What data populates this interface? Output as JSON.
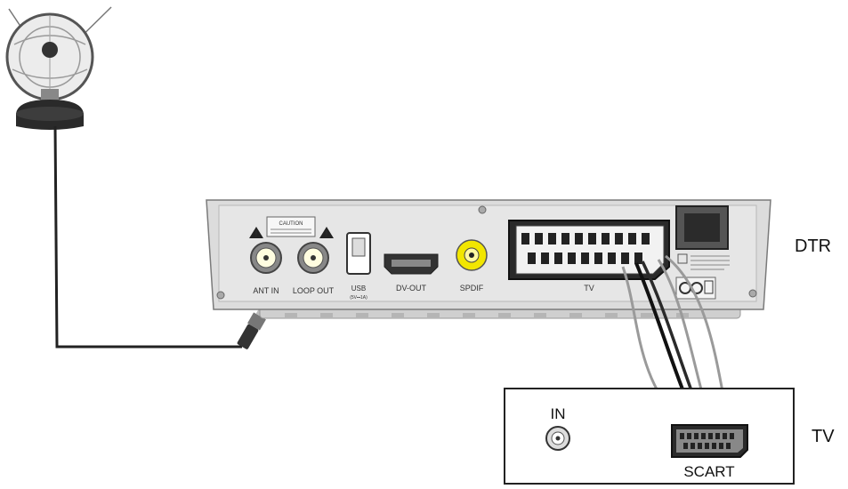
{
  "device": {
    "name": "DTR",
    "warning_label": "CAUTION",
    "ports": {
      "ant_in": "ANT IN",
      "loop_out": "LOOP OUT",
      "usb": "USB",
      "usb_sub": "(5V⎓1A)",
      "hdmi": "DV-OUT",
      "spdif": "SPDIF",
      "scart": "TV"
    }
  },
  "tv": {
    "name": "TV",
    "in_label": "IN",
    "scart_label": "SCART"
  },
  "colors": {
    "cable": "#222222",
    "device_body": "#dcdcdc",
    "rca_yellow": "#f2e600",
    "scart_wire": "#9a9a9a"
  }
}
